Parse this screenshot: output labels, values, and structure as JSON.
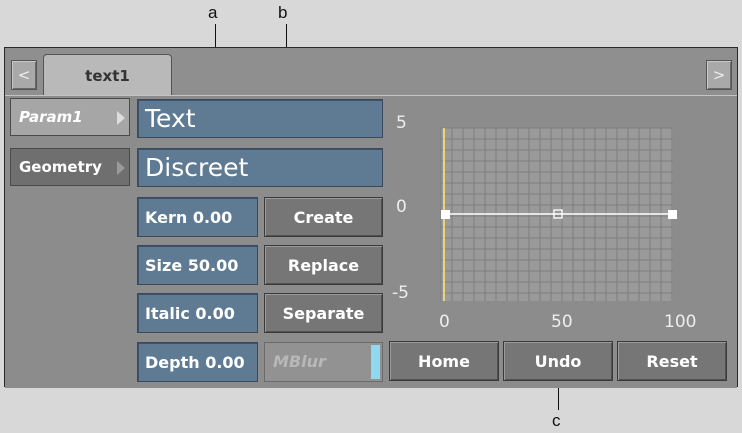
{
  "callouts": {
    "a": "a",
    "b": "b",
    "c": "c"
  },
  "nav": {
    "prev": "<",
    "next": ">"
  },
  "tab": {
    "label": "text1"
  },
  "sidebar": {
    "items": [
      {
        "label": "Param1",
        "selected": true
      },
      {
        "label": "Geometry",
        "selected": false
      }
    ]
  },
  "fields": {
    "text": "Text",
    "font": "Discreet",
    "kern": "Kern 0.00",
    "size": "Size 50.00",
    "italic": "Italic 0.00",
    "depth": "Depth 0.00",
    "mblur": "MBlur"
  },
  "buttons": {
    "create": "Create",
    "replace": "Replace",
    "separate": "Separate",
    "home": "Home",
    "undo": "Undo",
    "reset": "Reset"
  },
  "graph": {
    "y_labels": [
      "5",
      "0",
      "-5"
    ],
    "x_labels": [
      "0",
      "50",
      "100"
    ],
    "colors": {
      "grid_bg": "#9a9a9a",
      "grid_line": "#7e7e7e",
      "curve": "#ffffff",
      "cursor": "#e8d27a"
    }
  },
  "colors": {
    "field_blue": "#5f7a93",
    "mblur_indicator": "#8fd8f0"
  }
}
